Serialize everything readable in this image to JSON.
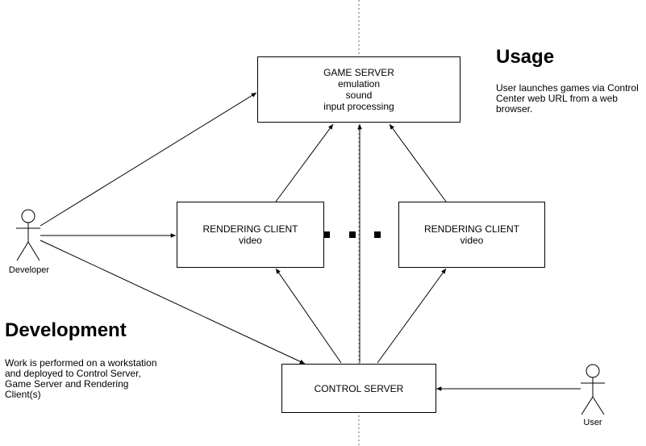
{
  "game_server": {
    "title": "GAME SERVER",
    "lines": [
      "emulation",
      "sound",
      "input processing"
    ]
  },
  "rendering_client_left": {
    "title": "RENDERING CLIENT",
    "subtitle": "video"
  },
  "rendering_client_right": {
    "title": "RENDERING CLIENT",
    "subtitle": "video"
  },
  "control_server": {
    "title": "CONTROL SERVER"
  },
  "usage": {
    "heading": "Usage",
    "description": "User launches games via Control Center web URL from a web browser."
  },
  "development": {
    "heading": "Development",
    "description": "Work is performed on a workstation and deployed to Control Server, Game Server and Rendering Client(s)"
  },
  "actors": {
    "developer": "Developer",
    "user": "User"
  },
  "colors": {
    "line": "#000000",
    "divider": "#999999",
    "background": "#ffffff"
  }
}
